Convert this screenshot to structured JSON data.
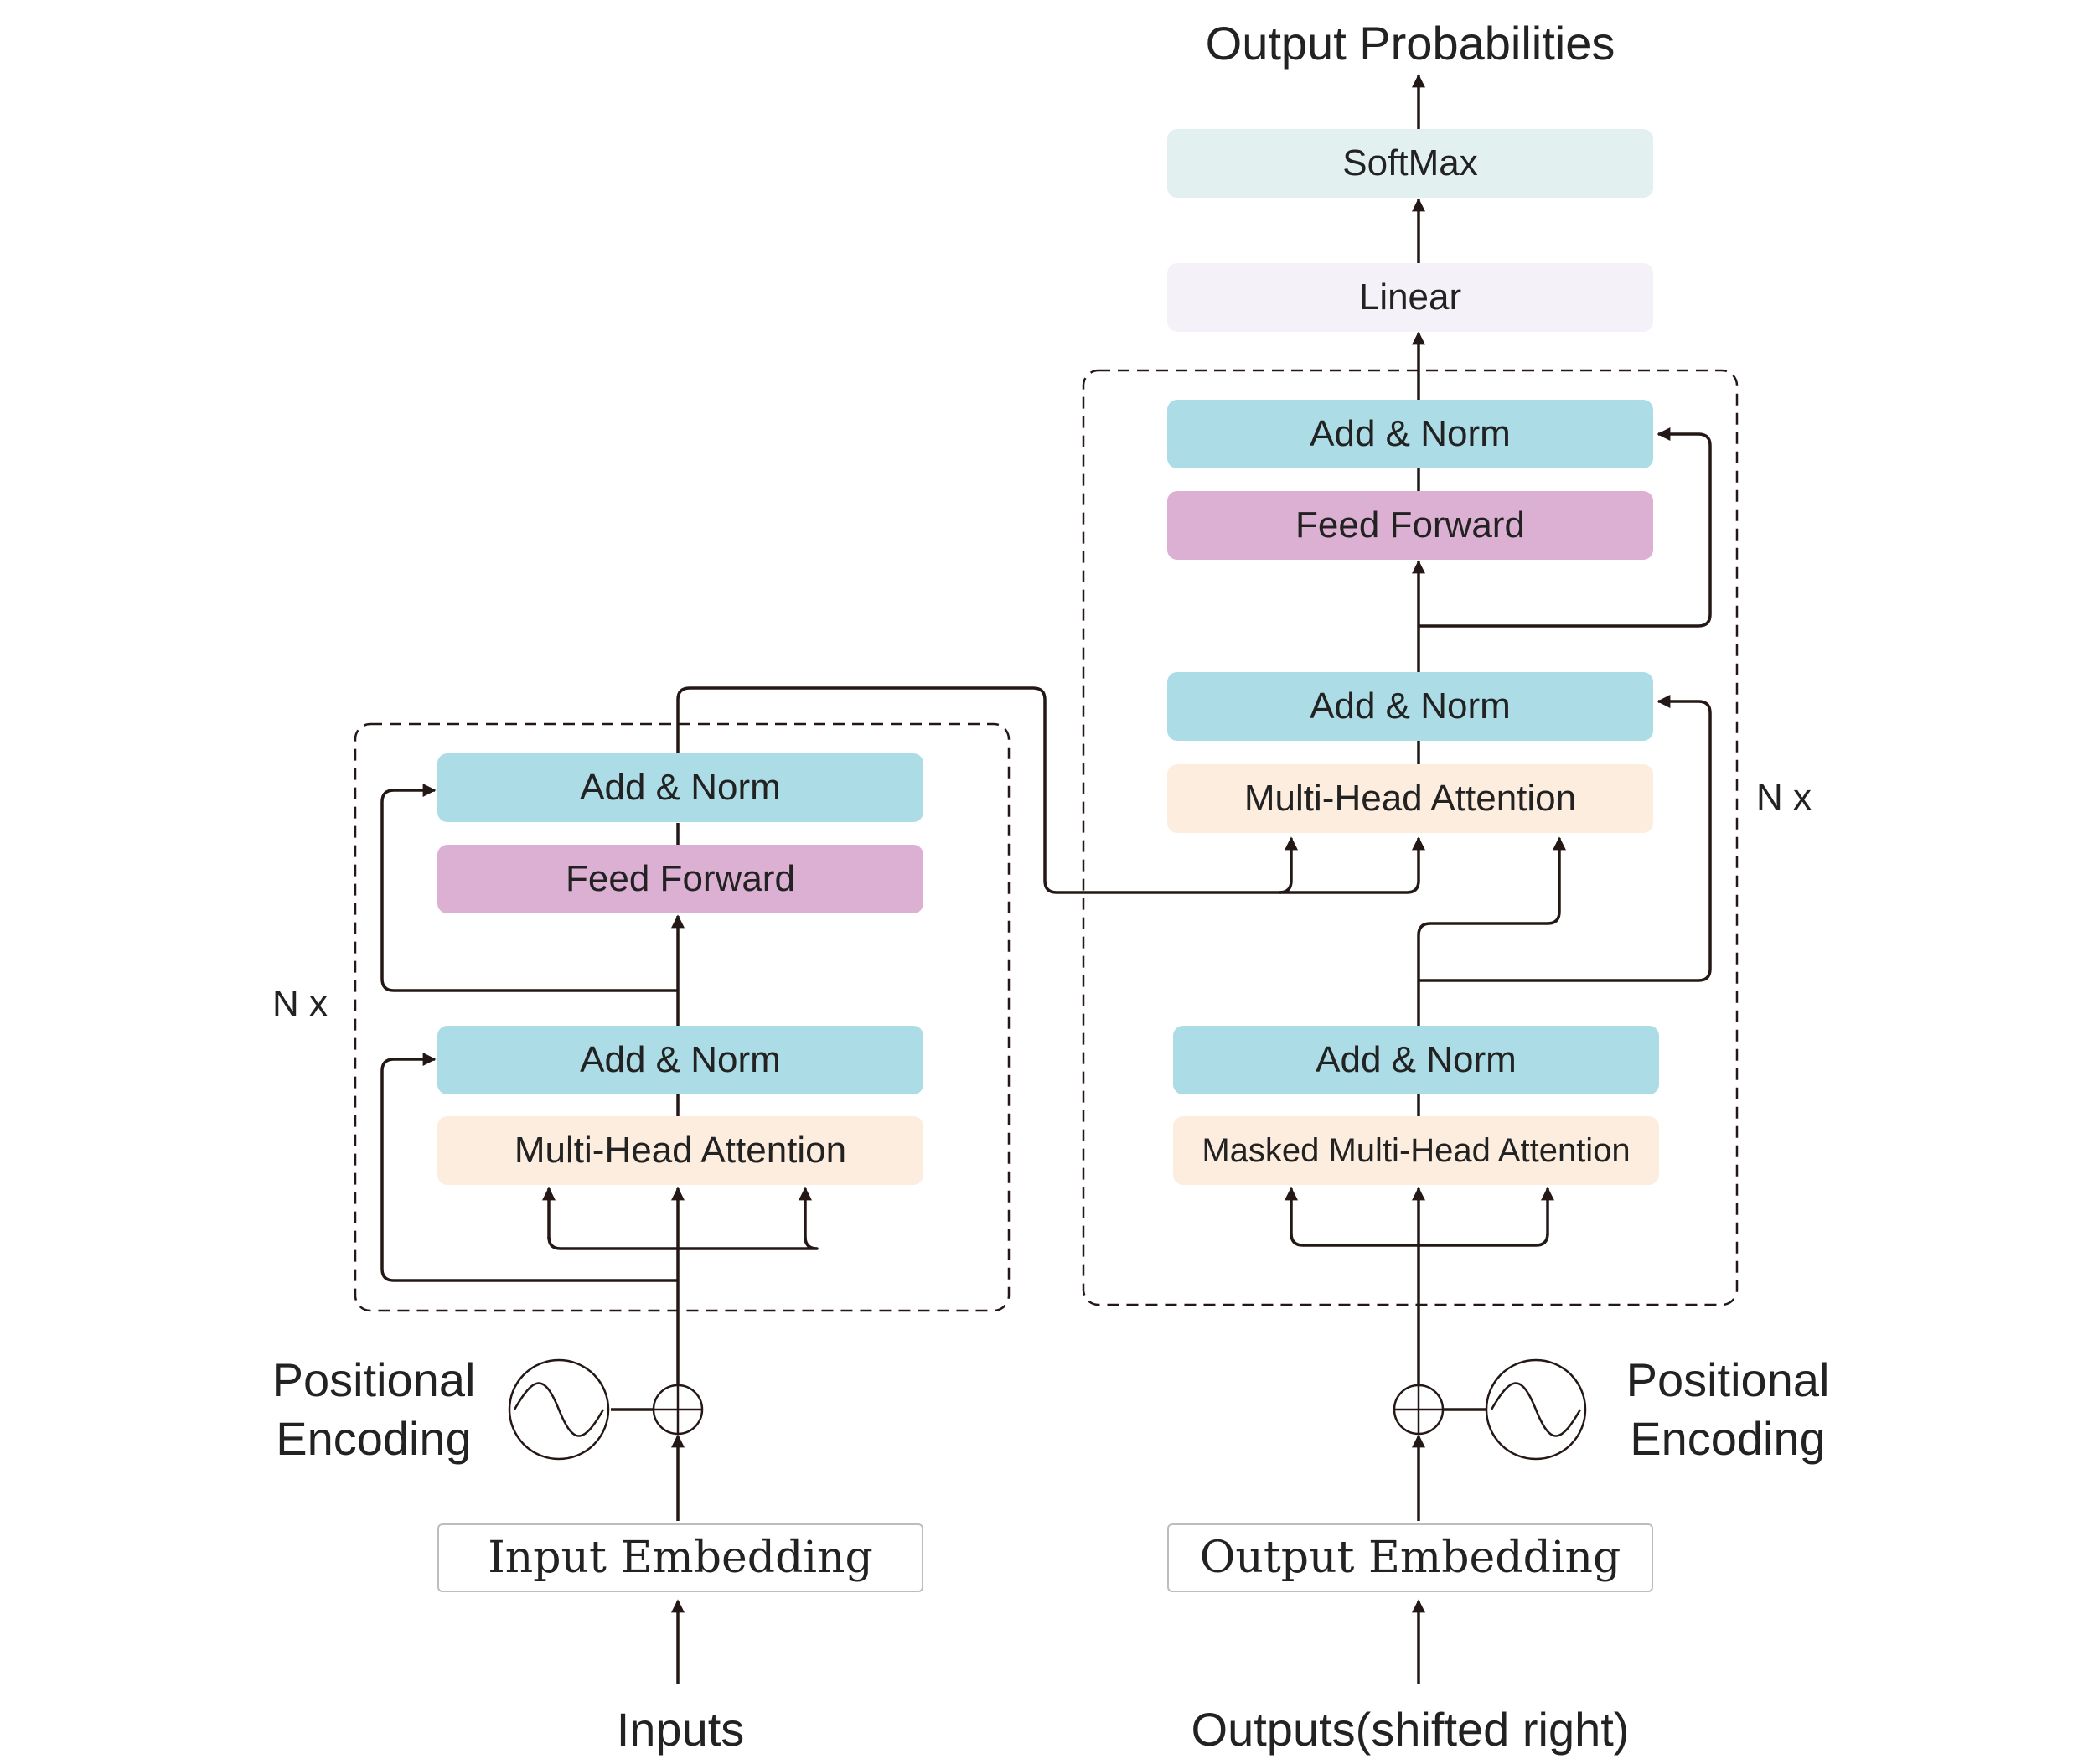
{
  "encoder": {
    "input_label": "Inputs",
    "embedding": "Input Embedding",
    "pos_enc_line1": "Positional",
    "pos_enc_line2": "Encoding",
    "mha": "Multi-Head Attention",
    "add_norm_1": "Add & Norm",
    "ffn": "Feed Forward",
    "add_norm_2": "Add & Norm",
    "repeat": "N x"
  },
  "decoder": {
    "input_label": "Outputs(shifted right)",
    "embedding": "Output Embedding",
    "pos_enc_line1": "Positional",
    "pos_enc_line2": "Encoding",
    "masked_mha": "Masked Multi-Head Attention",
    "add_norm_1": "Add & Norm",
    "mha": "Multi-Head Attention",
    "add_norm_2": "Add & Norm",
    "ffn": "Feed Forward",
    "add_norm_3": "Add & Norm",
    "repeat": "N x"
  },
  "head": {
    "linear": "Linear",
    "softmax": "SoftMax",
    "output_label": "Output Probabilities"
  },
  "colors": {
    "add_norm": "#acdce6",
    "feed_forward": "#dcb0d2",
    "attention": "#fdeddf",
    "linear": "#f4f2f8",
    "softmax": "#e2f0ef",
    "embedding": "#f5f5f5",
    "line": "#231815"
  }
}
